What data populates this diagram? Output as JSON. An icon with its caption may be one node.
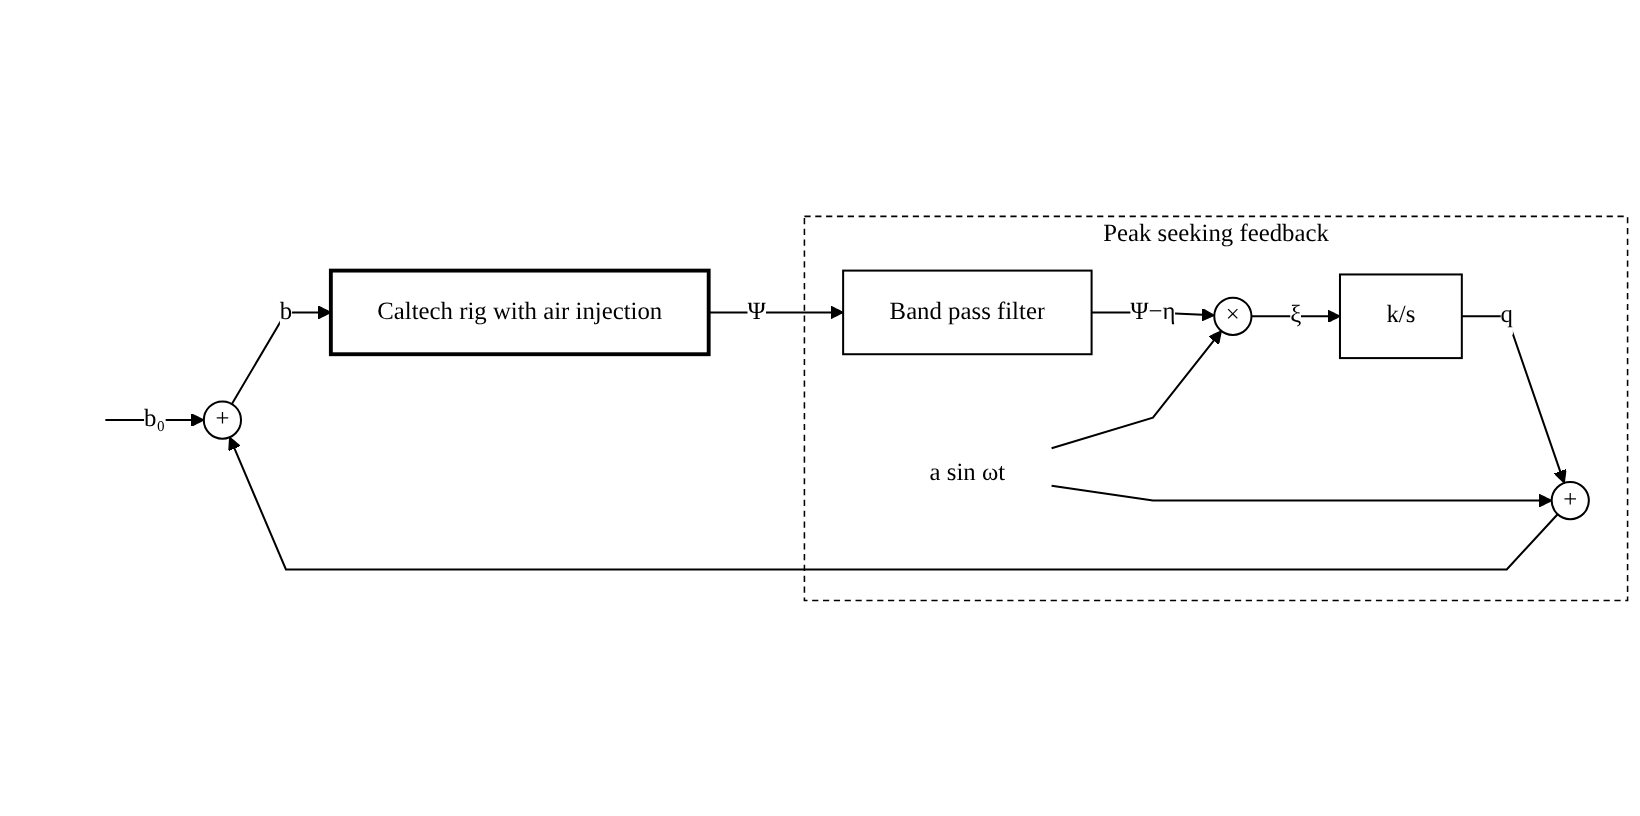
{
  "diagram": {
    "nodes": [
      {
        "text": [
          "+"
        ]
      },
      {
        "text": [
          "Caltech rig with air injection"
        ]
      },
      {
        "text": [
          "Peak seeking feedback"
        ]
      },
      {
        "text": [
          "+"
        ],
        "in": 2
      },
      {
        "text": [
          "k/s"
        ],
        "in": 2
      },
      {
        "text": [
          "×"
        ],
        "in": 2
      },
      {
        "text": [
          "Band pass filter"
        ],
        "in": 2
      },
      {
        "text": [
          "a sin ωt"
        ],
        "in": 2
      }
    ],
    "edges": [
      {
        "from": null,
        "to": 0,
        "arrow": "to",
        "label": "b₀"
      },
      {
        "from": 0,
        "to": 1,
        "arrow": "to",
        "label": "b"
      },
      {
        "from": 1,
        "to": 6,
        "arrow": "to",
        "label": "Ψ"
      },
      {
        "from": 6,
        "to": 5,
        "arrow": "to",
        "label": "Ψ−η"
      },
      {
        "from": 5,
        "to": 4,
        "arrow": "to",
        "label": "ξ"
      },
      {
        "from": 4,
        "to": 3,
        "arrow": "to",
        "label": "q"
      },
      {
        "from": 3,
        "to": 0,
        "arrow": "to"
      },
      {
        "from": 7,
        "to": 3,
        "arrow": "to"
      },
      {
        "from": 7,
        "to": 5,
        "arrow": "to"
      }
    ]
  }
}
